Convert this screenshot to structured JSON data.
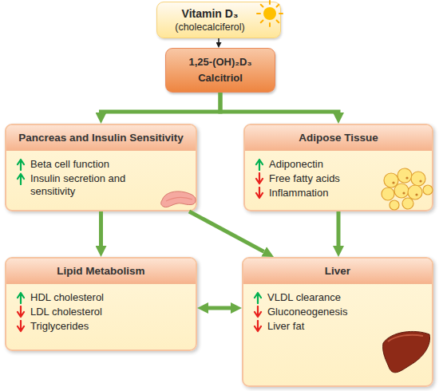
{
  "diagram": {
    "nodes": [
      {
        "text": [
          "Vitamin D₃",
          "(cholecalciferol)"
        ]
      },
      {
        "text": [
          "1,25-(OH)₂D₃",
          "Calcitriol"
        ]
      },
      {
        "text": [
          "Pancreas and Insulin Sensitivity",
          "Beta cell function",
          "Insulin secretion and sensitivity"
        ]
      },
      {
        "text": [
          "Adipose Tissue",
          "Adiponectin",
          "Free fatty acids",
          "Inflammation"
        ]
      },
      {
        "text": [
          "Lipid Metabolism",
          "HDL cholesterol",
          "LDL cholesterol",
          "Triglycerides"
        ]
      },
      {
        "text": [
          "Liver",
          "VLDL clearance",
          "Gluconeogenesis",
          "Liver fat"
        ]
      }
    ],
    "edges": [
      {
        "from": 0,
        "to": 1,
        "arrow": "to"
      },
      {
        "from": 1,
        "to": 2,
        "arrow": "to"
      },
      {
        "from": 1,
        "to": 3,
        "arrow": "to"
      },
      {
        "from": 2,
        "to": 4,
        "arrow": "to"
      },
      {
        "from": 2,
        "to": 5,
        "arrow": "to"
      },
      {
        "from": 3,
        "to": 5,
        "arrow": "to"
      },
      {
        "from": 4,
        "to": 5,
        "arrow": "both"
      }
    ]
  }
}
